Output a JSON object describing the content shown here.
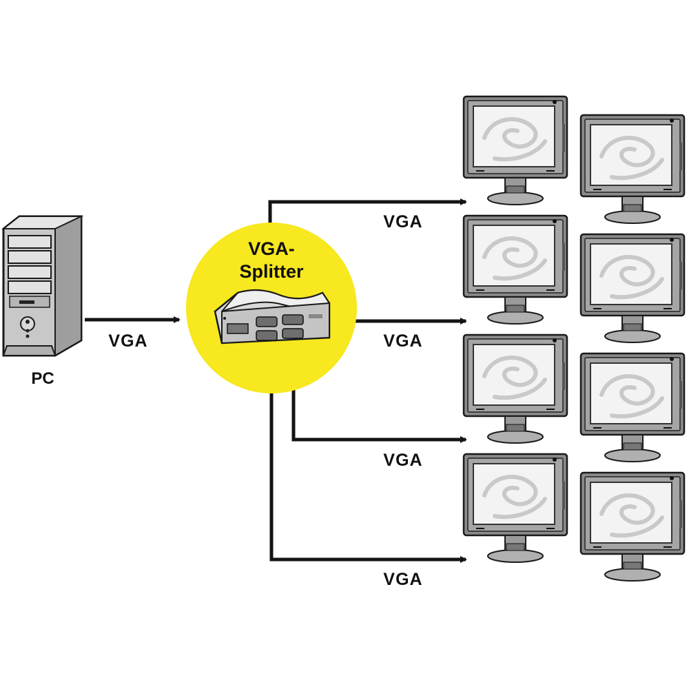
{
  "labels": {
    "pc": "PC",
    "splitter_line1": "VGA-",
    "splitter_line2": "Splitter",
    "input_connection": "VGA",
    "output_connections": [
      "VGA",
      "VGA",
      "VGA",
      "VGA"
    ]
  },
  "monitors_count": 8,
  "colors": {
    "splitter_circle": "#f7e81f",
    "wires": "#141414",
    "background": "#ffffff"
  },
  "icons": [
    "pc-tower-icon",
    "vga-splitter-box-icon",
    "monitor-icon"
  ]
}
